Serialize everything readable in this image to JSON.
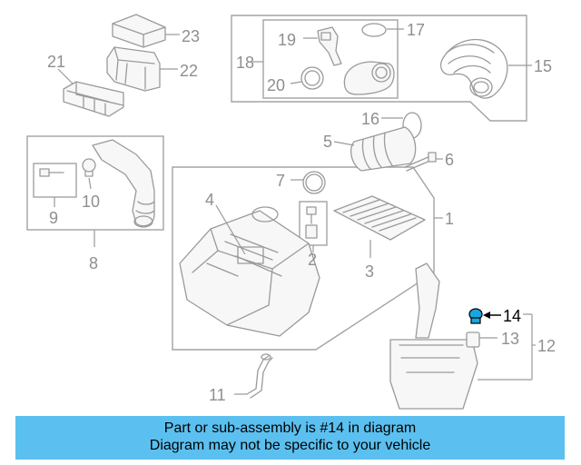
{
  "diagram": {
    "callouts": [
      "1",
      "2",
      "3",
      "4",
      "5",
      "6",
      "7",
      "8",
      "9",
      "10",
      "11",
      "12",
      "13",
      "14",
      "15",
      "16",
      "17",
      "18",
      "19",
      "20",
      "21",
      "22",
      "23"
    ],
    "highlighted_callout": "14",
    "highlight_color": "#1aa5e0"
  },
  "banner": {
    "line1": "Part or sub-assembly is #14 in diagram",
    "line2": "Diagram may not be specific to your vehicle",
    "background": "#5bc0f0"
  }
}
